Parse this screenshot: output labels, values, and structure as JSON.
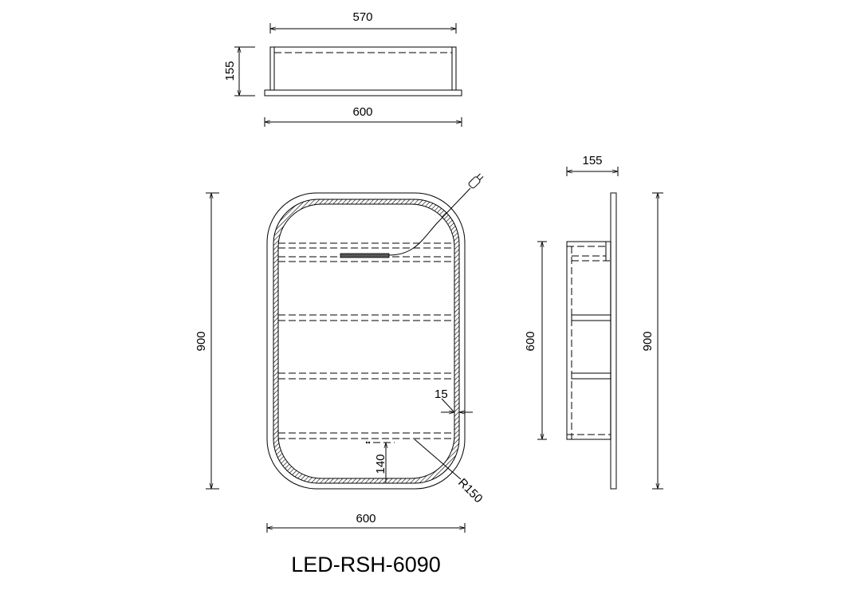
{
  "top_view": {
    "width_inner": "570",
    "depth": "155",
    "width_outer": "600"
  },
  "front_view": {
    "height": "900",
    "width": "600",
    "frame": "15",
    "sensor_offset": "140",
    "radius": "R150"
  },
  "side_view": {
    "depth": "155",
    "cabinet_height": "600",
    "height": "900"
  },
  "title": "LED-RSH-6090"
}
